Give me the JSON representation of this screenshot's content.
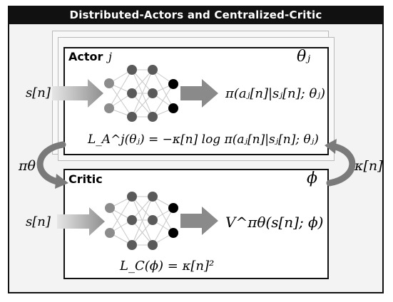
{
  "title": "Distributed-Actors and Centralized-Critic",
  "actor": {
    "label": "Actor",
    "index": "j",
    "params": "θⱼ",
    "input": "s[n]",
    "output": "π(aⱼ[n]|sⱼ[n]; θⱼ)",
    "loss": "L_A^j(θⱼ) = −κ[n] log π(aⱼ[n]|sⱼ[n]; θⱼ)"
  },
  "critic": {
    "label": "Critic",
    "params": "ϕ",
    "input": "s[n]",
    "output": "V^πθ(s[n]; ϕ)",
    "loss": "L_C(ϕ) = κ[n]²"
  },
  "links": {
    "left": "πθ",
    "right": "κ[n]"
  },
  "colors": {
    "title_bg": "#111111",
    "node_light": "#8c8c8c",
    "node_mid": "#5a5a5a",
    "node_dark": "#000000",
    "arrow": "#8a8a8a"
  }
}
